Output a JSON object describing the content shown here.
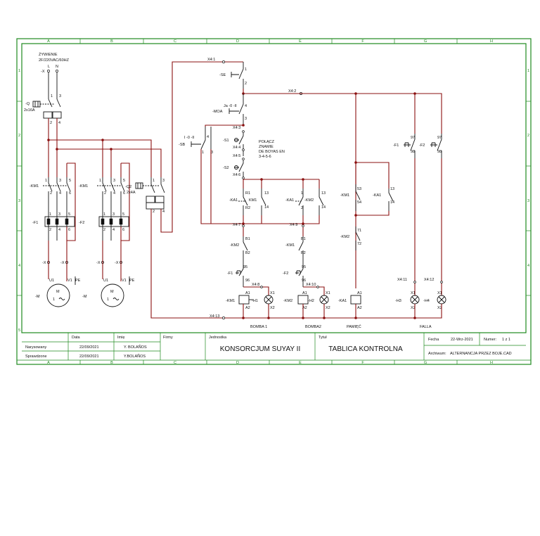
{
  "zones": {
    "cols": [
      "A",
      "B",
      "C",
      "D",
      "E",
      "F",
      "G",
      "H"
    ],
    "rows": [
      "1",
      "2",
      "3",
      "4",
      "5"
    ]
  },
  "supply": {
    "title": "ŻYWIENIE",
    "spec": "2F/220VAC/60HZ",
    "L": "L",
    "N": "N"
  },
  "labels": {
    "X_supply": "-X",
    "Q": "-Q",
    "Q_rating": "2x16A",
    "KM1a": "-KM1",
    "KM1b": "-KM1",
    "F1": "-F1",
    "F2": "-F2",
    "Q2": "-Q2",
    "Q2_rating": "2x4A",
    "Xa": "-X",
    "Xb": "-X",
    "Xc": "-X",
    "Xd": "-X",
    "M": "-M",
    "M2": "-M",
    "motor_M": "M",
    "motor_1": "1",
    "U1": "U1",
    "V1": "V1",
    "PE": "PE",
    "U1b": "U1",
    "V1b": "V1",
    "PEb": "PE",
    "SE": "-SE",
    "MOA": "-MOA",
    "JA": "Ja -0 -II",
    "SB": "-SB",
    "I0II": "I -0 -II",
    "S1": "-S1",
    "S2": "-S2",
    "note1": "POŁĄCZ",
    "note2": "ZNAMIE",
    "note3": "DE BOYAS EN",
    "note4": "3-4-5-6",
    "X41": "X4:1",
    "X42": "X4:2",
    "X43": "X4:3",
    "X44": "X4:4",
    "X45": "X4:5",
    "X46": "X4:6",
    "X47": "X4:7",
    "X48": "X4:8",
    "X49": "X4:9",
    "X410": "X4:10",
    "X411": "X4:11",
    "X412": "X4:12",
    "X413": "X4:13",
    "KA1": "-KA1",
    "KM1c": "KM1",
    "KM2": "-KM2",
    "KA1b": "-KA1",
    "KM2b": "-KM2",
    "KM1d": "-KM1",
    "KA1c": "-KA1",
    "KM2c": "-KM2",
    "KM2d": "-KM2",
    "KM1e": "-KM1",
    "F1b": "-F1",
    "F2b": "-F2",
    "KM1coil": "-KM1",
    "KM2coil": "-KM2",
    "KA1coil": "-KA1",
    "H1": "-H1",
    "H2": "-H2",
    "H3": "-H3",
    "H4": "-H4",
    "F1c": "-F1",
    "F2c": "-F2",
    "c95": "95",
    "c96": "96",
    "c97": "97",
    "c98": "98",
    "R1": "R1",
    "R2": "R2",
    "B1": "B1",
    "B2": "B2",
    "A1": "A1",
    "A2": "A2",
    "X1": "X1",
    "X2": "X2",
    "c13": "13",
    "c14": "14",
    "c53": "53",
    "c54": "54",
    "c71": "71",
    "c72": "72",
    "n1": "1",
    "n2": "2",
    "n3": "3",
    "n4": "4",
    "n5": "5",
    "n6": "6",
    "bomba1": "BOMBA 1",
    "bomba2": "BOMBA2",
    "pamiec": "PAMIĘĆ",
    "falla": "FALLA"
  },
  "title_block": {
    "data_label": "Data",
    "imie_label": "Imię",
    "firmy_label": "Firmy",
    "jednostka_label": "Jednostka",
    "tytul_label": "Tytuł",
    "fecha_label": "Fecha",
    "fecha_value": "22-Wrz-2021",
    "numer_label": "Numer:",
    "numer_value": "1 z 1",
    "archiwum_label": "Archiwum:",
    "archiwum_value": "ALTERNANCJA PRZEZ BOJE.CAD",
    "narysowany_label": "Narysowany",
    "narysowany_date": "22/09/2021",
    "narysowany_name": "Y. BOLAÑOS",
    "sprawdzone_label": "Sprawdzone",
    "sprawdzone_date": "22/09/2021",
    "sprawdzone_name": "Y.BOLAÑOS",
    "company": "KONSORCJUM SUYAY II",
    "title": "TABLICA KONTROLNA"
  },
  "colors": {
    "frame": "#1f8a1f",
    "wire": "#8b1010",
    "symbol": "#111111"
  }
}
